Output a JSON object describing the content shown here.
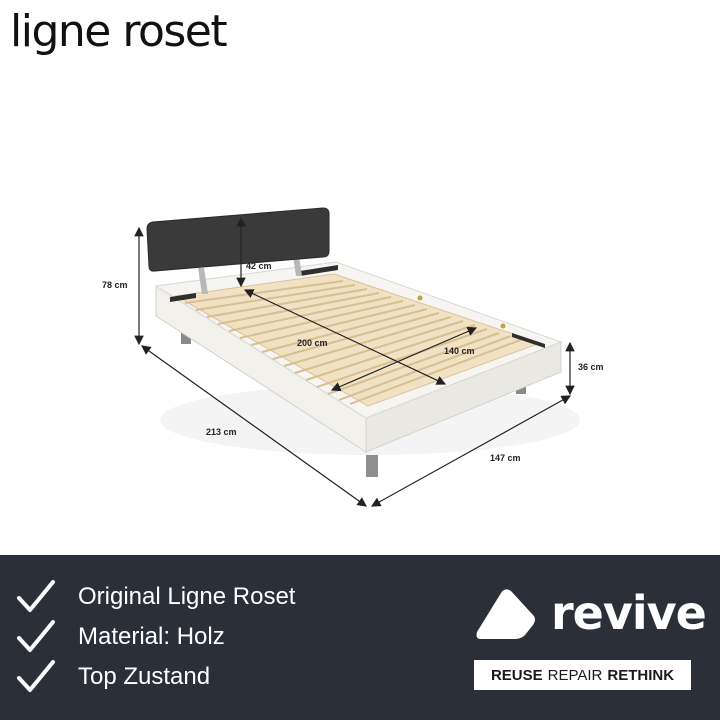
{
  "brand": {
    "name": "ligne roset"
  },
  "dimensions": {
    "height_total": "78 cm",
    "headboard_height": "42 cm",
    "length_inner": "200 cm",
    "width_inner": "140 cm",
    "frame_height": "36 cm",
    "length_total": "213 cm",
    "width_total": "147 cm"
  },
  "features": [
    {
      "text": "Original Ligne Roset"
    },
    {
      "text": "Material: Holz"
    },
    {
      "text": "Top Zustand"
    }
  ],
  "logo": {
    "name": "revive",
    "tagline": {
      "reuse": "REUSE",
      "repair": "REPAIR",
      "rethink": "RETHINK"
    }
  },
  "colors": {
    "banner_bg": "#2b2f38",
    "frame": "#f4f3ef",
    "slats": "#efdcb8",
    "headboard": "#3a3a3a",
    "text_light": "#ffffff"
  }
}
